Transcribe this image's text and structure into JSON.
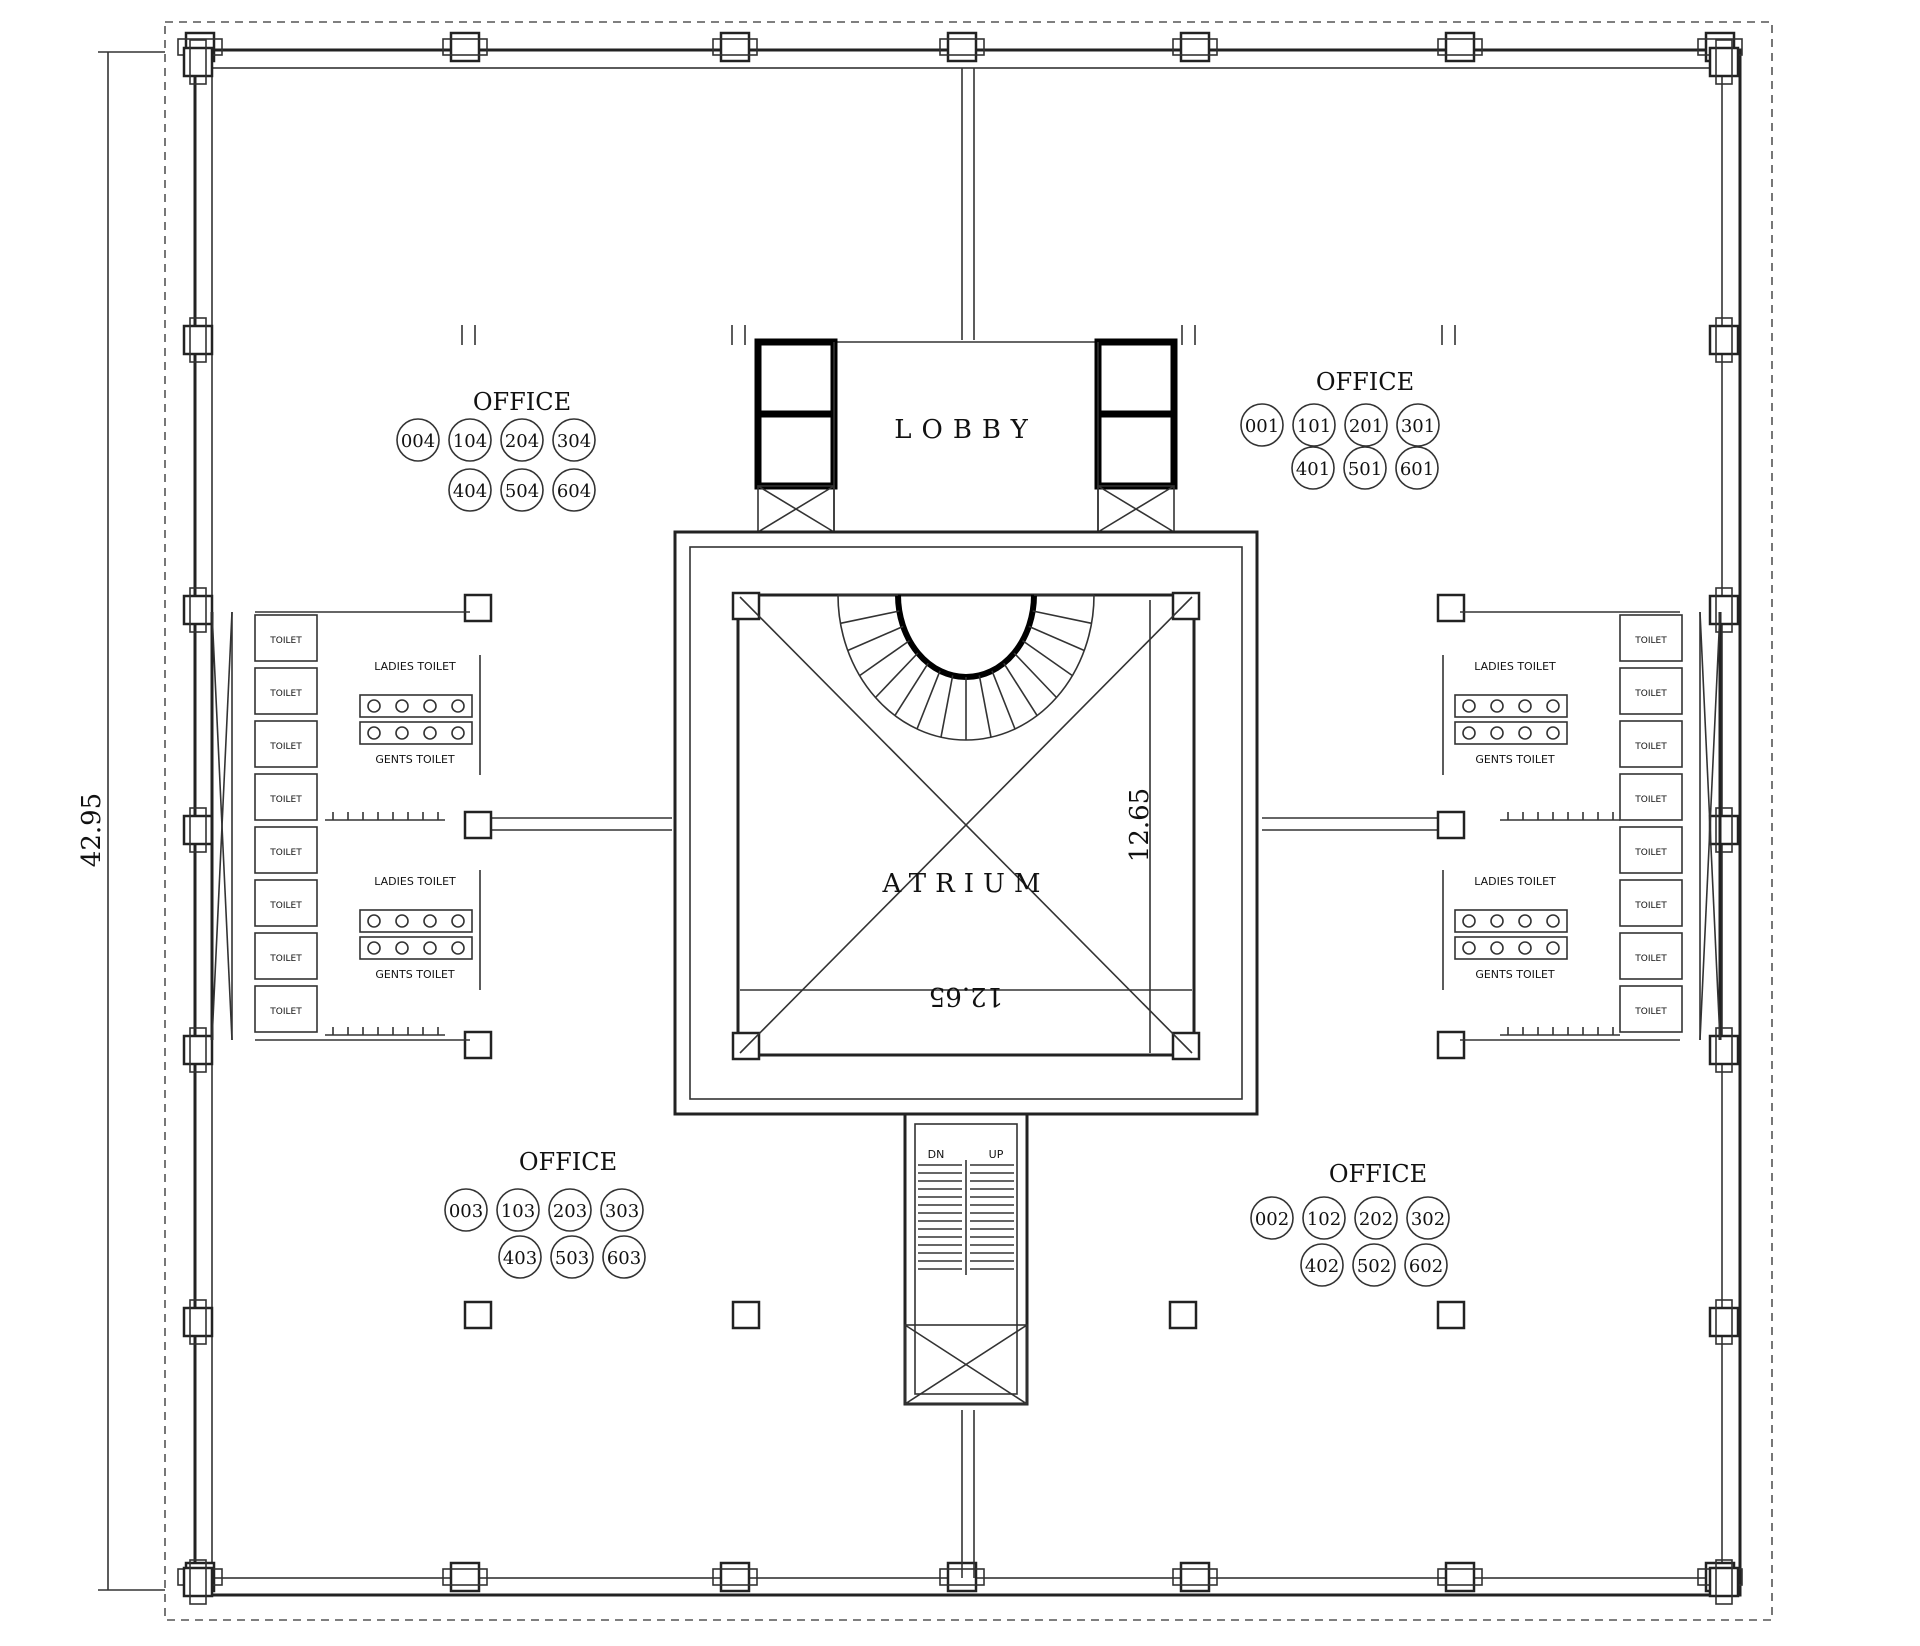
{
  "colors": {
    "ink": "#111111",
    "background": "#ffffff"
  },
  "labels": {
    "lobby": "LOBBY",
    "atrium": "ATRIUM",
    "dim_overall": "42.95",
    "dim_atrium_v": "12.65",
    "dim_atrium_h": "12.65",
    "stair_dn": "DN",
    "stair_up": "UP",
    "ladies_toilet": "LADIES TOILET",
    "gents_toilet": "GENTS TOILET",
    "toilet": "TOILET"
  },
  "offices": [
    {
      "id": "nw",
      "label": "OFFICE",
      "row1": [
        "004",
        "104",
        "204",
        "304"
      ],
      "row2": [
        "404",
        "504",
        "604"
      ]
    },
    {
      "id": "ne",
      "label": "OFFICE",
      "row1": [
        "001",
        "101",
        "201",
        "301"
      ],
      "row2": [
        "401",
        "501",
        "601"
      ]
    },
    {
      "id": "sw",
      "label": "OFFICE",
      "row1": [
        "003",
        "103",
        "203",
        "303"
      ],
      "row2": [
        "403",
        "503",
        "603"
      ]
    },
    {
      "id": "se",
      "label": "OFFICE",
      "row1": [
        "002",
        "102",
        "202",
        "302"
      ],
      "row2": [
        "402",
        "502",
        "602"
      ]
    }
  ]
}
